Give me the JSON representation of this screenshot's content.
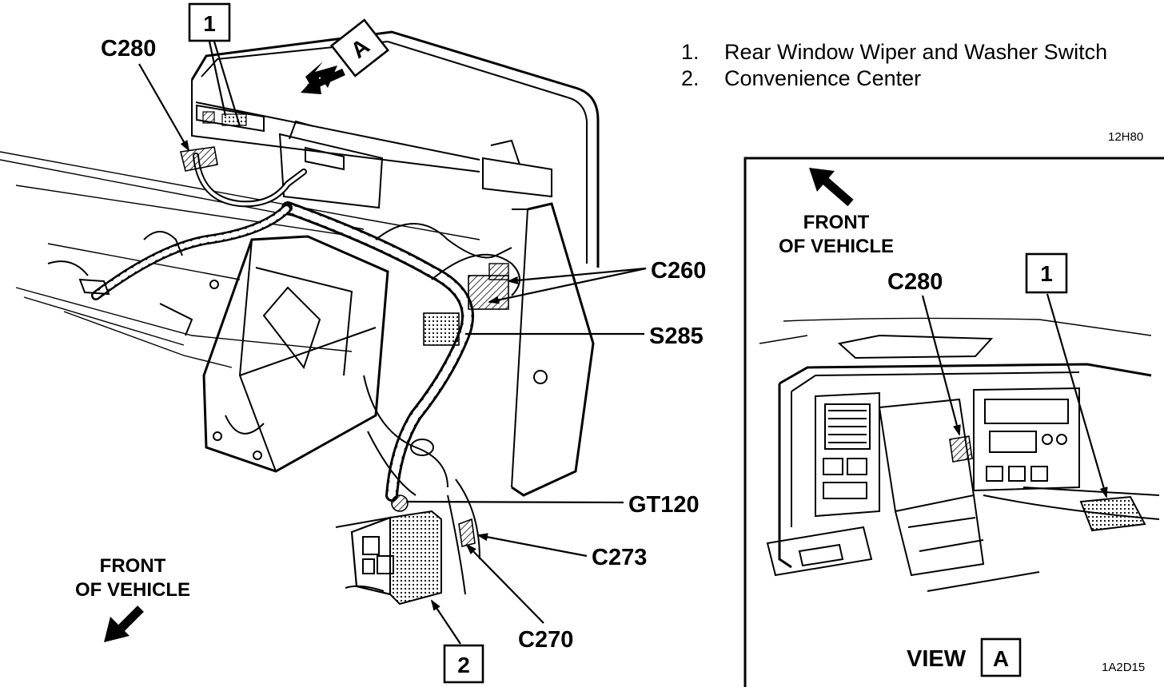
{
  "legend": {
    "items": [
      {
        "num": "1.",
        "text": "Rear Window Wiper and Washer Switch"
      },
      {
        "num": "2.",
        "text": "Convenience Center"
      }
    ]
  },
  "figure_codes": {
    "main": "12H80",
    "inset": "1A2D15"
  },
  "main_view": {
    "callout_1": "1",
    "callout_2": "2",
    "view_flag": "A",
    "front_label_line1": "FRONT",
    "front_label_line2": "OF VEHICLE",
    "connectors": {
      "c280": "C280",
      "c260": "C260",
      "s285": "S285",
      "gt120": "GT120",
      "c273": "C273",
      "c270": "C270"
    }
  },
  "inset_view": {
    "front_label_line1": "FRONT",
    "front_label_line2": "OF VEHICLE",
    "c280": "C280",
    "callout_1": "1",
    "view_word": "VIEW",
    "view_letter": "A"
  }
}
